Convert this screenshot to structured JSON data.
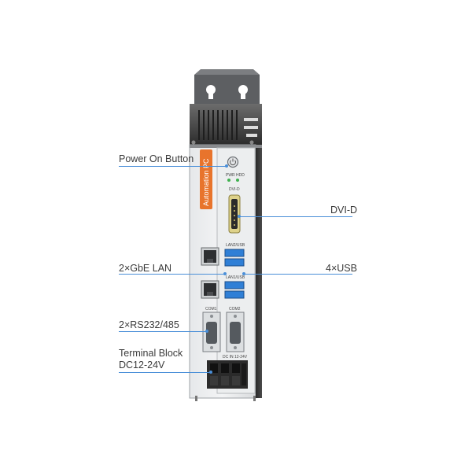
{
  "callouts": {
    "power_button": "Power On Button",
    "dvi": "DVI-D",
    "gbe_lan": "2×GbE LAN",
    "usb": "4×USB",
    "rs232": "2×RS232/485",
    "terminal_line1": "Terminal Block",
    "terminal_line2": "DC12-24V"
  },
  "device": {
    "side_label": "Automation PC",
    "pwr_hdd": "PWR HDD",
    "dvi_port": "DVI-D",
    "lan2_usb": "LAN2/USB",
    "lan1_usb": "LAN1/USB",
    "com1": "COM1",
    "com2": "COM2",
    "dc_in": "DC IN 12-24V"
  },
  "colors": {
    "accent_orange": "#e8742c",
    "callout_line": "#4a8fd8",
    "usb_blue": "#2f7fd6",
    "led_green": "#3fb24f"
  }
}
